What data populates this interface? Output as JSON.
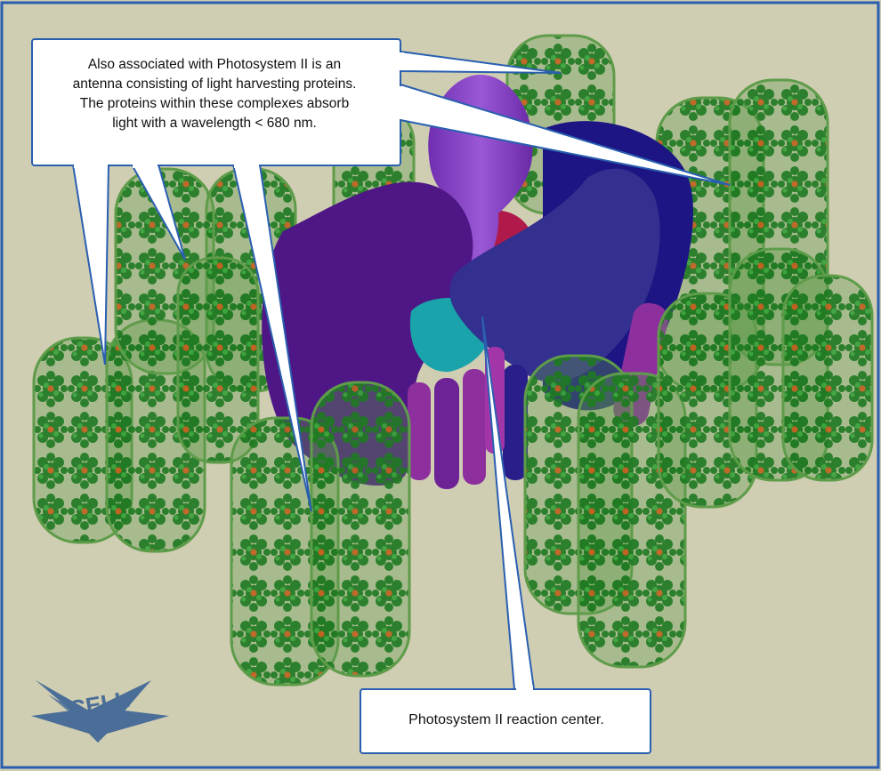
{
  "figure": {
    "background_color": "#cfcdb2",
    "frame_color": "#2a5fb0",
    "callouts": {
      "antenna": {
        "lines": [
          "Also associated with Photosystem II is an",
          "antenna consisting of light harvesting proteins.",
          "The proteins within these complexes absorb",
          "light with a wavelength < 680 nm."
        ]
      },
      "reaction_center": {
        "text": "Photosystem II reaction center."
      }
    },
    "logo": {
      "text": "CELL",
      "color": "#4a6e98"
    },
    "colors": {
      "antenna_shell": "#5e9c4a",
      "chlorophyll": "#1f7a22",
      "pigment_center": "#c2601f",
      "protein_violet": "#4e1785",
      "protein_lavender": "#8a43c8",
      "protein_navy": "#1c1583",
      "protein_blue": "#33308f",
      "protein_teal": "#1aa3ab",
      "protein_magenta": "#8e2f9e",
      "protein_red": "#b01a4a"
    }
  }
}
